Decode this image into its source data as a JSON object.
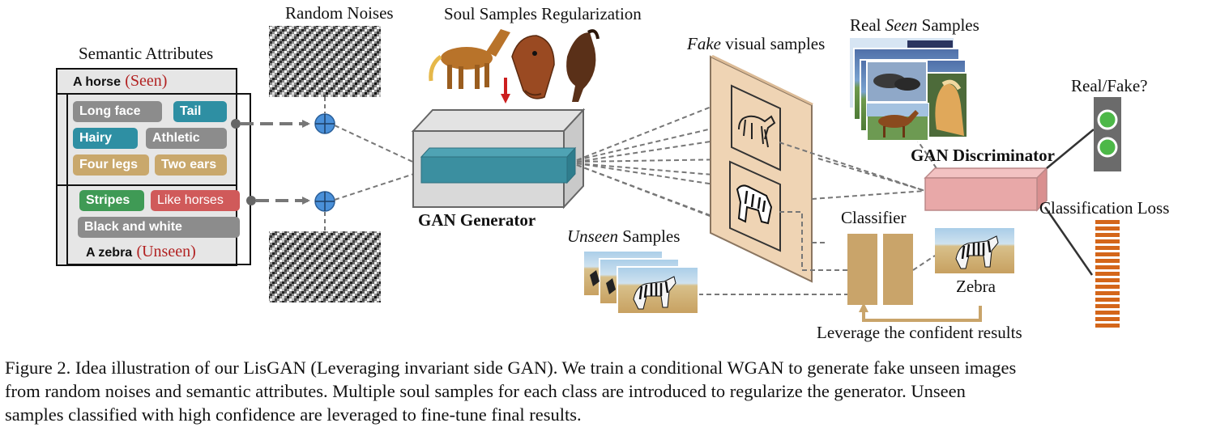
{
  "labels": {
    "random_noises": "Random Noises",
    "soul_samples": "Soul Samples Regularization",
    "semantic_attributes": "Semantic Attributes",
    "horse_title": "A horse",
    "seen_tag": "(Seen)",
    "zebra_title": "A zebra",
    "unseen_tag": "(Unseen)",
    "gan_generator": "GAN Generator",
    "fake_visual_italic": "Fake",
    "fake_visual_rest": " visual samples",
    "real_seen_prefix": "Real ",
    "real_seen_italic": "Seen",
    "real_seen_suffix": " Samples",
    "gan_discriminator": "GAN Discriminator",
    "real_fake": "Real/Fake?",
    "classification_loss": "Classification Loss",
    "classifier": "Classifier",
    "unseen_samples_italic": "Unseen",
    "unseen_samples_rest": " Samples",
    "zebra_label": "Zebra",
    "leverage": "Leverage the confident results"
  },
  "attributes": {
    "horse": [
      {
        "text": "Long face",
        "color": "#8c8c8c"
      },
      {
        "text": "Tail",
        "color": "#2e8fa3"
      },
      {
        "text": "Hairy",
        "color": "#2e8fa3"
      },
      {
        "text": "Athletic",
        "color": "#8c8c8c"
      },
      {
        "text": "Four legs",
        "color": "#c9a86c"
      },
      {
        "text": "Two ears",
        "color": "#c9a86c"
      }
    ],
    "zebra": [
      {
        "text": "Stripes",
        "color": "#3f9a55"
      },
      {
        "text": "Like horses",
        "color": "#d05a5a"
      },
      {
        "text": "Black and white",
        "color": "#8c8c8c"
      }
    ]
  },
  "caption": [
    "Figure 2. Idea illustration of our LisGAN (Leveraging invariant side GAN). We train a conditional WGAN to generate fake unseen images",
    "from random noises and semantic attributes.  Multiple soul samples for each class are introduced to regularize the generator.  Unseen",
    "samples classified with high confidence are leveraged to fine-tune final results."
  ],
  "colors": {
    "seen_unseen_tag": "#b22222",
    "generator_core": "#3b8fa0",
    "discriminator": "#e8a8a8",
    "classifier": "#c9a46a",
    "loss_bars": "#d4661a",
    "plus_node": "#4a90d9",
    "signal_lights": "#4db848"
  }
}
